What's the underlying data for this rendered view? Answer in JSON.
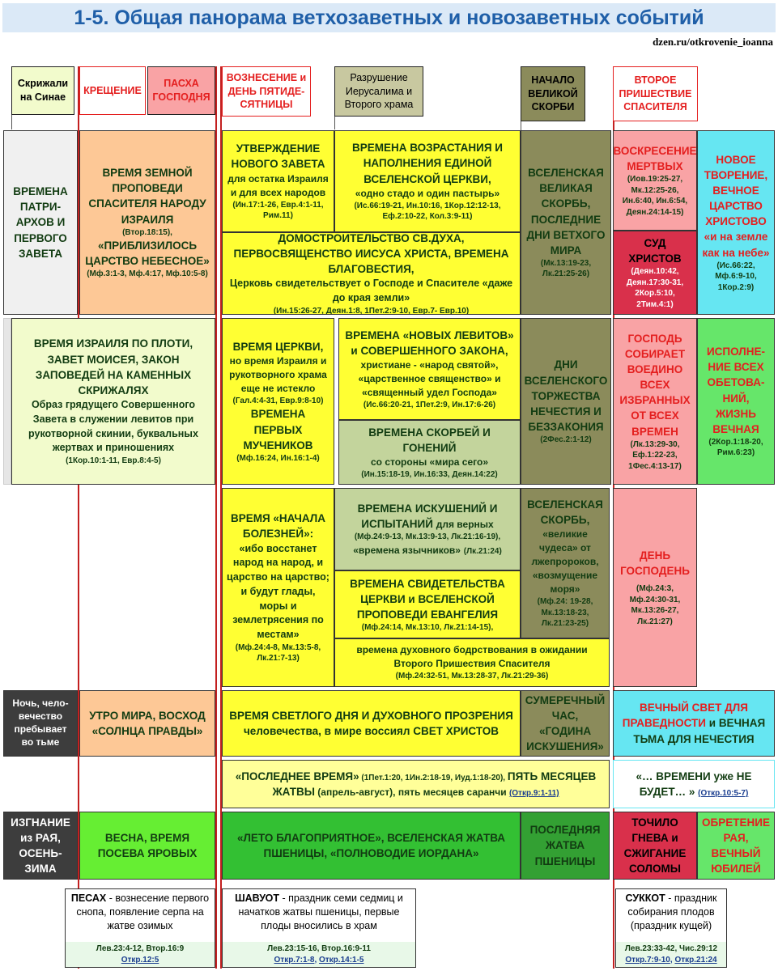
{
  "title": "1-5. Общая панорама ветхозаветных и новозаветных событий",
  "source": "dzen.ru/otkrovenie_ioanna",
  "colors": {
    "title_bg": "#dbe9f7",
    "title": "#1f5fa8",
    "red_line": "#c32020"
  },
  "headers": {
    "sinai": "Скрижали на Синае",
    "baptism": "КРЕЩЕНИЕ",
    "pascha": "ПАСХА ГОСПОДНЯ",
    "ascension": "ВОЗНЕСЕНИЕ и ДЕНЬ ПЯТИДЕ-СЯТНИЦЫ",
    "destruction": "Разрушение Иерусалима и Второго храма",
    "tribulation": "НАЧАЛО ВЕЛИКОЙ СКОРБИ",
    "second_coming": "ВТОРОЕ ПРИШЕСТВИЕ СПАСИТЕЛЯ"
  },
  "row1": {
    "patriarchs": "ВРЕМЕНА ПАТРИ-АРХОВ И ПЕРВОГО ЗАВЕТА",
    "preaching_title": "ВРЕМЯ ЗЕМНОЙ ПРОПОВЕДИ СПАСИТЕЛЯ НАРОДУ ИЗРАИЛЯ",
    "preaching_ref1": "(Втор.18:15),",
    "preaching_quote": "«ПРИБЛИЗИЛОСЬ ЦАРСТВО НЕБЕСНОЕ»",
    "preaching_ref2": "(Мф.3:1-3, Мф.4:17, Мф.10:5-8)",
    "covenant_title": "УТВЕРЖДЕНИЕ НОВОГО ЗАВЕТА",
    "covenant_text": "для остатка Израиля и для всех народов",
    "covenant_ref": "(Ин.17:1-26, Евр.4:1-11, Рим.11)",
    "growth_title": "ВРЕМЕНА ВОЗРАСТАНИЯ И НАПОЛНЕНИЯ ЕДИНОЙ ВСЕЛЕНСКОЙ ЦЕРКВИ,",
    "growth_quote": "«одно стадо и один пастырь»",
    "growth_ref": "(Ис.66:19-21, Ин.10:16, 1Кор.12:12-13, Еф.2:10-22, Кол.3:9-11)",
    "spirit_title": "ДОМОСТРОИТЕЛЬСТВО СВ.ДУХА, ПЕРВОСВЯЩЕНСТВО ИИСУСА ХРИСТА, ВРЕМЕНА БЛАГОВЕСТИЯ,",
    "spirit_text": "Церковь свидетельствует о Господе и Спасителе «даже до края земли»",
    "spirit_ref": "(Ин.15:26-27, Деян.1:8, 1Пет.2:9-10, Евр.7- Евр.10)",
    "great_trib_title": "ВСЕЛЕНСКАЯ ВЕЛИКАЯ СКОРБЬ, ПОСЛЕДНИЕ ДНИ ВЕТХОГО МИРА",
    "great_trib_ref": "(Мк.13:19-23, Лк.21:25-26)",
    "resurrection_title": "ВОСКРЕСЕНИЕ МЕРТВЫХ",
    "resurrection_ref": "(Иов.19:25-27, Мк.12:25-26, Ин.6:40, Ин.6:54, Деян.24:14-15)",
    "judgment_title": "СУД ХРИСТОВ",
    "judgment_ref": "(Деян.10:42, Деян.17:30-31, 2Кор.5:10, 2Тим.4:1)",
    "new_creation_title": "НОВОЕ ТВОРЕНИЕ, ВЕЧНОЕ ЦАРСТВО ХРИСТОВО",
    "new_creation_quote": "«и на земле как на небе»",
    "new_creation_ref": "(Ис.66:22, Мф.6:9-10, 1Кор.2:9)"
  },
  "row2": {
    "israel_title": "ВРЕМЯ ИЗРАИЛЯ ПО ПЛОТИ, ЗАВЕТ МОИСЕЯ, ЗАКОН ЗАПОВЕДЕЙ НА КАМЕННЫХ СКРИЖАЛЯХ",
    "israel_text": "Образ грядущего Совершенного Завета в служении левитов при рукотворной скинии, буквальных жертвах и приношениях",
    "israel_ref": "(1Кор.10:1-11, Евр.8:4-5)",
    "church_title": "ВРЕМЯ ЦЕРКВИ,",
    "church_text": "но время Израиля и рукотворного храма еще не истекло",
    "church_ref": "(Гал.4:4-31, Евр.9:8-10)",
    "martyrs_title": "ВРЕМЕНА ПЕРВЫХ МУЧЕНИКОВ",
    "martyrs_ref": "(Мф.16:24, Ин.16:1-4)",
    "levites_title": "ВРЕМЕНА «НОВЫХ ЛЕВИТОВ» и СОВЕРШЕННОГО ЗАКОНА,",
    "levites_text": "христиане - «народ святой», «царственное священство» и «священный удел Господа»",
    "levites_ref": "(Ис.66:20-21, 1Пет.2:9, Ин.17:6-26)",
    "persecution_title": "ВРЕМЕНА СКОРБЕЙ И ГОНЕНИЙ",
    "persecution_text": "со стороны «мира сего»",
    "persecution_ref": "(Ин.15:18-19, Ин.16:33, Деян.14:22)",
    "lawless_title": "ДНИ ВСЕЛЕНСКОГО ТОРЖЕСТВА НЕЧЕСТИЯ И БЕЗЗАКОНИЯ",
    "lawless_ref": "(2Фес.2:1-12)",
    "gather_title": "ГОСПОДЬ СОБИРАЕТ ВОЕДИНО ВСЕХ ИЗБРАННЫХ ОТ ВСЕХ ВРЕМЕН",
    "gather_ref": "(Лк.13:29-30, Еф.1:22-23, 1Фес.4:13-17)",
    "promises_title": "ИСПОЛНЕ-НИЕ ВСЕХ ОБЕТОВА-НИЙ, ЖИЗНЬ ВЕЧНАЯ",
    "promises_ref": "(2Кор.1:18-20, Рим.6:23)"
  },
  "row3": {
    "sorrows_title": "ВРЕМЯ «НАЧАЛА БОЛЕЗНЕЙ»:",
    "sorrows_text": "«ибо восстанет народ на народ, и царство на царство; и будут глады, моры и землетрясения по местам»",
    "sorrows_ref": "(Мф.24:4-8, Мк.13:5-8, Лк.21:7-13)",
    "trials_title": "ВРЕМЕНА ИСКУШЕНИЙ И ИСПЫТАНИЙ",
    "trials_text": "для верных",
    "trials_ref": "(Мф.24:9-13, Мк.13:9-13, Лк.21:16-19),",
    "trials_quote": "«времена язычников»",
    "trials_ref2": "(Лк.21:24)",
    "witness_title": "ВРЕМЕНА СВИДЕТЕЛЬСТВА ЦЕРКВИ и ВСЕЛЕНСКОЙ ПРОПОВЕДИ ЕВАНГЕЛИЯ",
    "witness_ref": "(Мф.24:14, Мк.13:10, Лк.21:14-15),",
    "vigil_text": "времена духовного бодрствования в ожидании Второго Пришествия Спасителя",
    "vigil_ref": "(Мф.24:32-51, Мк.13:28-37, Лк.21:29-36)",
    "false_prophets_title": "ВСЕЛЕНСКАЯ СКОРБЬ,",
    "false_prophets_text1": "«великие чудеса» от лжепророков,",
    "false_prophets_text2": "«возмущение моря»",
    "false_prophets_ref": "(Мф.24: 19-28, Мк.13:18-23, Лк.21:23-25)",
    "day_lord_title": "ДЕНЬ ГОСПОДЕНЬ",
    "day_lord_ref": "(Мф.24:3, Мф.24:30-31, Мк.13:26-27, Лк.21:27)"
  },
  "row4": {
    "night": "Ночь, чело-вечество пребывает во тьме",
    "morning": "УТРО МИРА, ВОСХОД «СОЛНЦА ПРАВДЫ»",
    "bright_day_title": "ВРЕМЯ СВЕТЛОГО ДНЯ И ДУХОВНОГО ПРОЗРЕНИЯ",
    "bright_day_text": "человечества, в мире воссиял СВЕТ ХРИСТОВ",
    "twilight": "СУМЕРЕЧНЫЙ ЧАС, «ГОДИНА ИСКУШЕНИЯ»",
    "eternal_light_a": "ВЕЧНЫЙ СВЕТ ДЛЯ ПРАВЕДНОСТИ",
    "eternal_light_b": " и ",
    "eternal_light_c": "ВЕЧНАЯ ТЬМА ДЛЯ НЕЧЕСТИЯ"
  },
  "row5": {
    "last_time_a": "«ПОСЛЕДНЕЕ ВРЕМЯ»",
    "last_time_ref": " (1Пет.1:20, 1Ин.2:18-19, Иуд.1:18-20), ",
    "last_time_b": "ПЯТЬ МЕСЯЦЕВ ЖАТВЫ",
    "last_time_c": " (апрель-август), пять месяцев саранчи ",
    "last_time_link": "(Откр.9:1-11)",
    "no_time_a": "«… ВРЕМЕНИ уже НЕ БУДЕТ… »",
    "no_time_link": "(Откр.10:5-7)"
  },
  "row6": {
    "exile": "ИЗГНАНИЕ из РАЯ, ОСЕНЬ-ЗИМА",
    "spring": "ВЕСНА, ВРЕМЯ ПОСЕВА ЯРОВЫХ",
    "summer": "«ЛЕТО БЛАГОПРИЯТНОЕ», ВСЕЛЕНСКАЯ ЖАТВА ПШЕНИЦЫ, «ПОЛНОВОДИЕ ИОРДАНА»",
    "last_harvest": "ПОСЛЕДНЯЯ ЖАТВА ПШЕНИЦЫ",
    "winepress": "ТОЧИЛО ГНЕВА и СЖИГАНИЕ СОЛОМЫ",
    "paradise": "ОБРЕТЕНИЕ РАЯ, ВЕЧНЫЙ ЮБИЛЕЙ"
  },
  "feasts": {
    "pesach_title": "ПЕСАХ",
    "pesach_text": " - вознесение первого снопа, появление серпа на жатве озимых",
    "pesach_ref": "Лев.23:4-12, Втор.16:9",
    "pesach_link": "Откр.12:5",
    "shavuot_title": "ШАВУОТ",
    "shavuot_text": " - праздник семи седмиц и начатков жатвы пшеницы, первые плоды вносились в храм",
    "shavuot_ref": "Лев.23:15-16, Втор.16:9-11",
    "shavuot_link1": "Откр.7:1-8",
    "shavuot_sep": ", ",
    "shavuot_link2": "Откр.14:1-5",
    "sukkot_title": "СУККОТ",
    "sukkot_text": " - праздник собирания плодов (праздник кущей)",
    "sukkot_ref": "Лев.23:33-42, Чис.29:12",
    "sukkot_link1": "Откр.7:9-10",
    "sukkot_sep": ", ",
    "sukkot_link2": "Откр.21:24"
  }
}
